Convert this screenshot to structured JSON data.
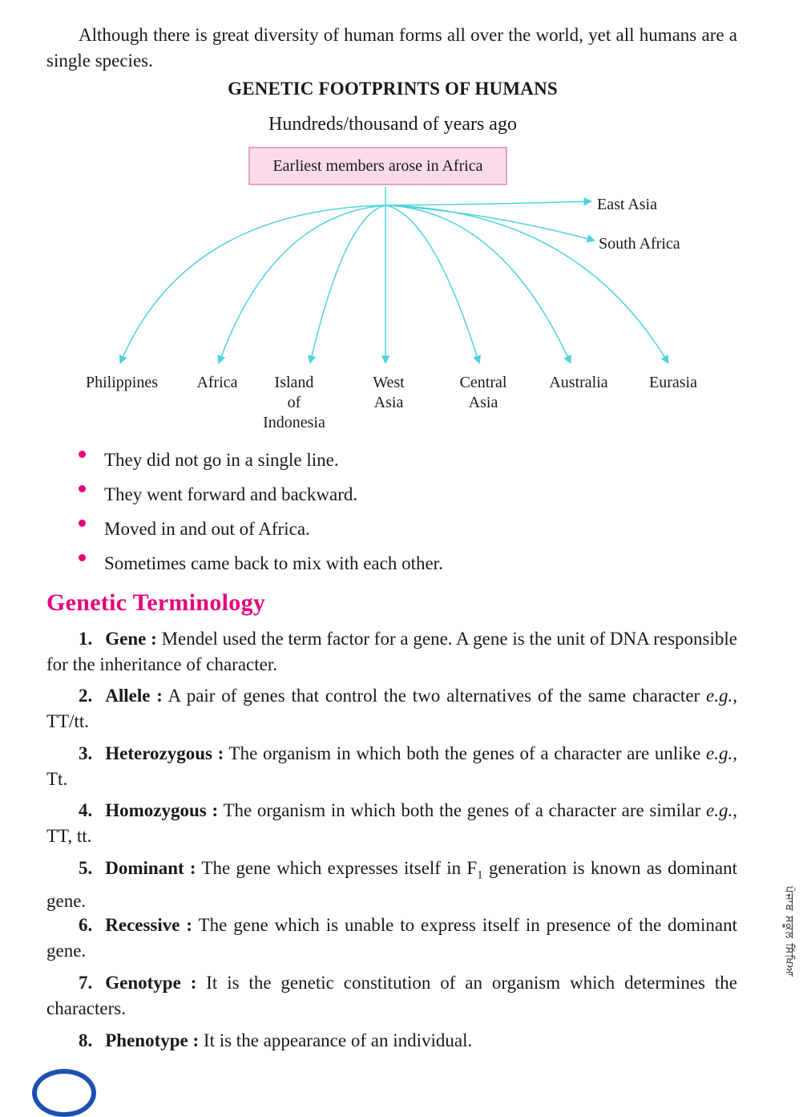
{
  "intro": "Although there is great diversity of human forms all over the world, yet all humans are a single species.",
  "diagram": {
    "title": "GENETIC FOOTPRINTS OF HUMANS",
    "subtitle": "Hundreds/thousand of years ago",
    "root": "Earliest members arose in Africa",
    "side_branches": [
      "East Asia",
      "South Africa"
    ],
    "bottom_branches": [
      {
        "lines": [
          "Philippines"
        ]
      },
      {
        "lines": [
          "Africa"
        ]
      },
      {
        "lines": [
          "Island",
          "of",
          "Indonesia"
        ]
      },
      {
        "lines": [
          "West",
          "Asia"
        ]
      },
      {
        "lines": [
          "Central",
          "Asia"
        ]
      },
      {
        "lines": [
          "Australia"
        ]
      },
      {
        "lines": [
          "Eurasia"
        ]
      }
    ],
    "line_color": "#4fd3dc"
  },
  "bullets": [
    "They did not go in a single line.",
    "They went forward and backward.",
    "Moved in and out of Africa.",
    "Sometimes came back to mix with each other."
  ],
  "section_heading": "Genetic Terminology",
  "terms": [
    {
      "num": "1.",
      "name": "Gene :",
      "text": " Mendel used the term factor for a gene. A gene is the unit of DNA responsible for the inheritance of character."
    },
    {
      "num": "2.",
      "name": "Allele :",
      "text": " A pair of genes that control the two alternatives of the same character ",
      "example": "e.g.,",
      "tail": " TT/tt."
    },
    {
      "num": "3.",
      "name": "Heterozygous :",
      "text": " The organism in which both the genes of a character are unlike ",
      "example": "e.g.,",
      "tail": " Tt."
    },
    {
      "num": "4.",
      "name": "Homozygous :",
      "text": " The organism in which both the genes of a character are similar ",
      "example": "e.g.,",
      "tail": " TT, tt."
    },
    {
      "num": "5.",
      "name": "Dominant :",
      "text": " The gene which expresses itself in F",
      "sub": "1",
      "tail": " generation is known as dominant gene."
    },
    {
      "num": "6.",
      "name": "Recessive :",
      "text": " The gene which is unable to express itself in presence of the dominant gene."
    },
    {
      "num": "7.",
      "name": "Genotype :",
      "text": " It is the genetic constitution of an organism which determines the characters."
    },
    {
      "num": "8.",
      "name": "Phenotype :",
      "text": " It is the appearance of an individual."
    }
  ],
  "side_mark": "ਪੰਜਾਬ ਸਕੂਲ ਸਿੱਖਿਆ",
  "colors": {
    "accent": "#e6007e",
    "box_fill": "#fadbea",
    "box_border": "#e6a0c8",
    "logo": "#1e4fb4"
  }
}
